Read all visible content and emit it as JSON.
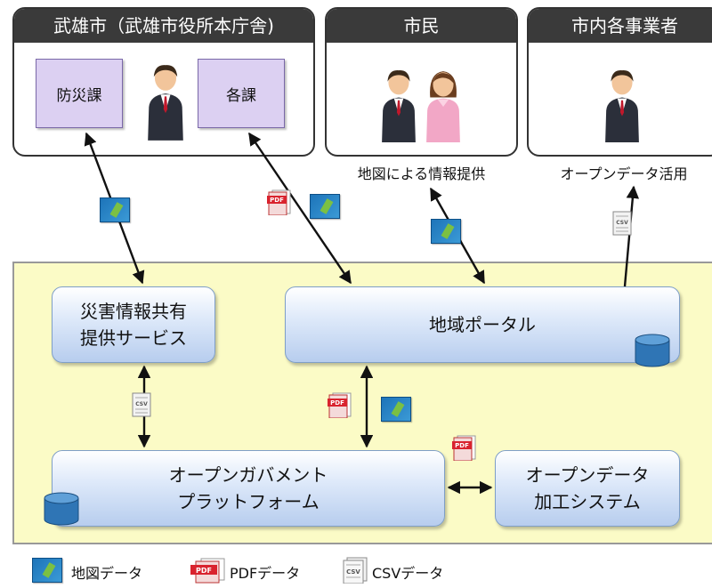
{
  "actors": {
    "city": {
      "title": "武雄市（武雄市役所本庁舎)",
      "dept_bousai": "防災課",
      "dept_kaku": "各課",
      "icon": "person-icon"
    },
    "citizens": {
      "title": "市民",
      "caption": "地図による情報提供",
      "icon": "person-icon"
    },
    "businesses": {
      "title": "市内各事業者",
      "caption": "オープンデータ活用",
      "icon": "person-icon"
    }
  },
  "systems": {
    "disaster": [
      "災害情報共有",
      "提供サービス"
    ],
    "portal": "地域ポータル",
    "platform": [
      "オープンガバメント",
      "プラットフォーム"
    ],
    "processing": [
      "オープンデータ",
      "加工システム"
    ]
  },
  "legend": {
    "map": "地図データ",
    "pdf": "PDFデータ",
    "csv": "CSVデータ"
  },
  "icons": {
    "map": "map-data-icon",
    "pdf": "pdf-data-icon",
    "csv": "csv-data-icon",
    "database": "database-icon"
  },
  "colors": {
    "panel_header": "#3a3a3a",
    "dept_box": "#dcd0f2",
    "platform_bg": "#fbfbc6",
    "system_box": "#b7cdee"
  }
}
